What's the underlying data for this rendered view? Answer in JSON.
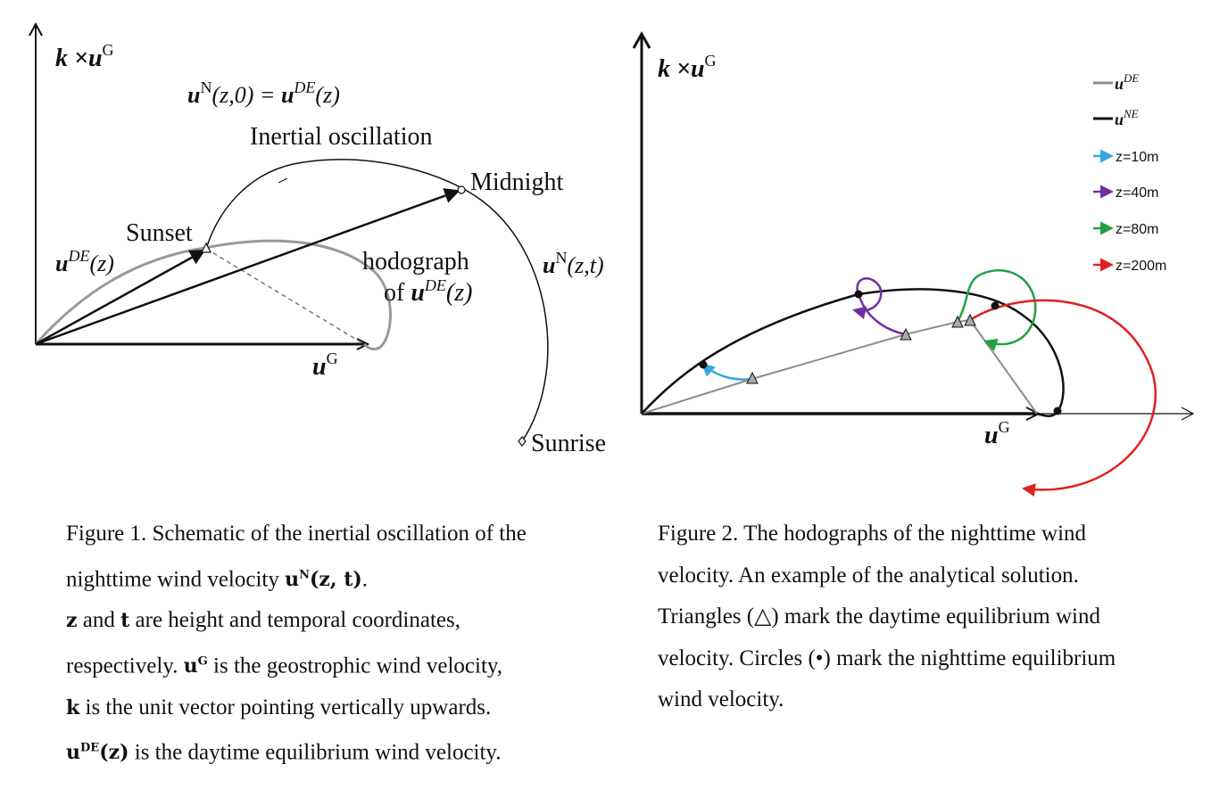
{
  "figure1": {
    "labels": {
      "y_axis_main": "k ×u",
      "y_axis_sup": "G",
      "equation_u": "u",
      "equation_sup1": "N",
      "equation_mid": "(z,0) = ",
      "equation_u2": "u",
      "equation_sup2": "DE",
      "equation_end": "(z)",
      "inertial": "Inertial oscillation",
      "midnight": "Midnight",
      "sunset": "Sunset",
      "ude_main": "u",
      "ude_sup": "DE",
      "ude_end": "(z)",
      "hodo_line1": "hodograph",
      "hodo_of": "of ",
      "hodo_u": "u",
      "hodo_sup": "DE",
      "hodo_end": "(z)",
      "un_main": "u",
      "un_sup": "N",
      "un_end": "(z,t)",
      "ug_main": "u",
      "ug_sup": "G",
      "sunrise": "Sunrise"
    },
    "caption": {
      "line1": "Figure 1. Schematic of the inertial oscillation of the",
      "line2_pre": "nighttime wind velocity ",
      "line2_sym": "u",
      "line2_sym_sup": "N",
      "line2_sym_end": "(z, t)",
      "line2_post": ".",
      "line3_sym1": "z",
      "line3_mid": " and ",
      "line3_sym2": "t",
      "line3_post": " are height and temporal coordinates,",
      "line4_pre": "respectively. ",
      "line4_sym": "u",
      "line4_sym_sup": "G",
      "line4_post": " is the geostrophic wind velocity,",
      "line5_sym": "k",
      "line5_post": " is the unit vector pointing vertically upwards.",
      "line6_sym": "u",
      "line6_sym_sup": "DE",
      "line6_sym_end": "(z)",
      "line6_post": " is the daytime equilibrium wind velocity."
    }
  },
  "figure2": {
    "labels": {
      "y_axis_main": "k ×u",
      "y_axis_sup": "G",
      "ug_main": "u",
      "ug_sup": "G"
    },
    "legend": [
      {
        "main": "u",
        "sup": "DE",
        "color": "#8c8c8c",
        "kind": "line"
      },
      {
        "main": "u",
        "sup": "NE",
        "color": "#111111",
        "kind": "line"
      },
      {
        "text": "z=10m",
        "color": "#3aa6dd",
        "kind": "arrow"
      },
      {
        "text": "z=40m",
        "color": "#7030a0",
        "kind": "arrow"
      },
      {
        "text": "z=80m",
        "color": "#22a045",
        "kind": "arrow"
      },
      {
        "text": "z=200m",
        "color": "#e02020",
        "kind": "arrow"
      }
    ],
    "caption": {
      "line1": "Figure 2. The hodographs of the nighttime wind",
      "line2": "velocity. An example of the analytical solution.",
      "line3": "Triangles (△) mark the daytime equilibrium wind",
      "line4": "velocity. Circles (•) mark the nighttime equilibrium",
      "line5": "wind velocity."
    }
  }
}
